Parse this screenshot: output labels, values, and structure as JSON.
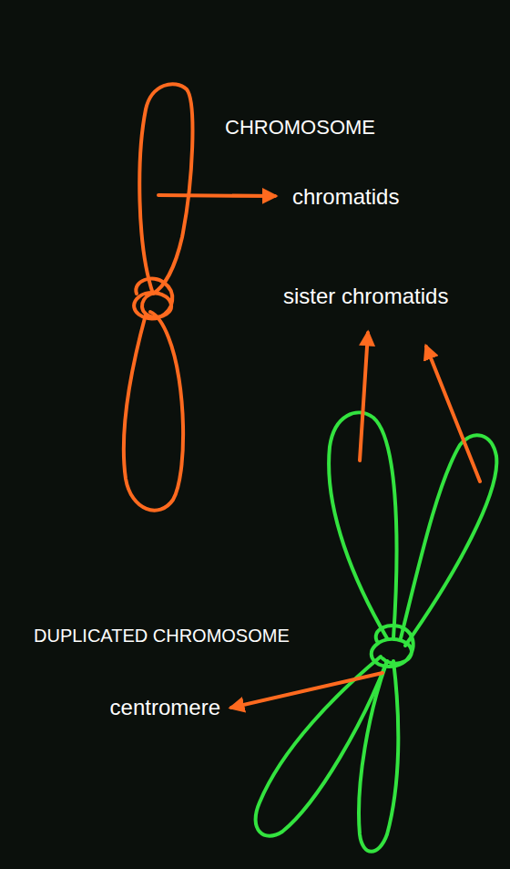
{
  "diagram": {
    "labels": [
      "CHROMOSOME",
      "chromatids",
      "sister chromatids",
      "DUPLICATED CHROMOSOME",
      "centromere"
    ]
  }
}
